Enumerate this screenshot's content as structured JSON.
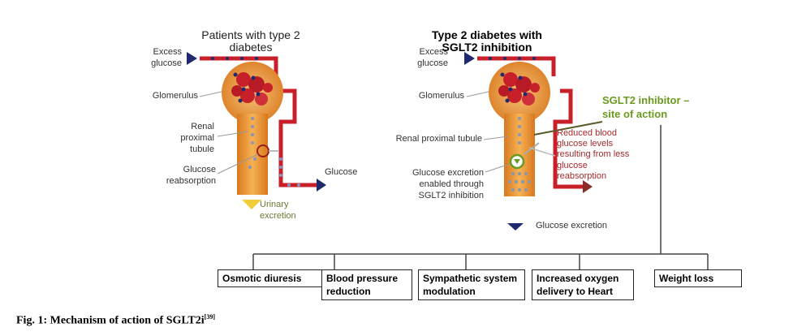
{
  "left_panel": {
    "title": "Patients with type 2 diabetes",
    "labels": {
      "excess_glucose": "Excess glucose",
      "glomerulus": "Glomerulus",
      "renal_proximal_tubule": "Renal proximal tubule",
      "glucose_reabsorption": "Glucose reabsorption",
      "glucose": "Glucose",
      "urinary_excretion": "Urinary excretion"
    }
  },
  "right_panel": {
    "title": "Type 2 diabetes with SGLT2 inhibition",
    "labels": {
      "excess_glucose": "Excess glucose",
      "glomerulus": "Glomerulus",
      "renal_proximal_tubule": "Renal proximal tubule",
      "glucose_excretion_enabled": "Glucose excretion enabled through SGLT2 inhibition",
      "glucose_excretion": "Glucose excretion",
      "site_of_action": "SGLT2 inhibitor – site of action",
      "reduced_glucose": "Reduced blood glucose levels resulting from less glucose reabsorption"
    }
  },
  "effects": [
    "Osmotic diuresis",
    "Blood pressure reduction",
    "Sympathetic system modulation",
    "Increased oxygen delivery to Heart",
    "Weight loss"
  ],
  "caption": {
    "text": "Fig. 1: Mechanism of action of SGLT2i",
    "reference": "[39]"
  },
  "colors": {
    "vessel_red": "#c8202a",
    "tubule_orange": "#e8962e",
    "arrow_navy": "#1f2a6e",
    "site_green": "#6a9a1f",
    "note_red": "#a52a2a",
    "urinary_yellow": "#f2cc3a"
  }
}
